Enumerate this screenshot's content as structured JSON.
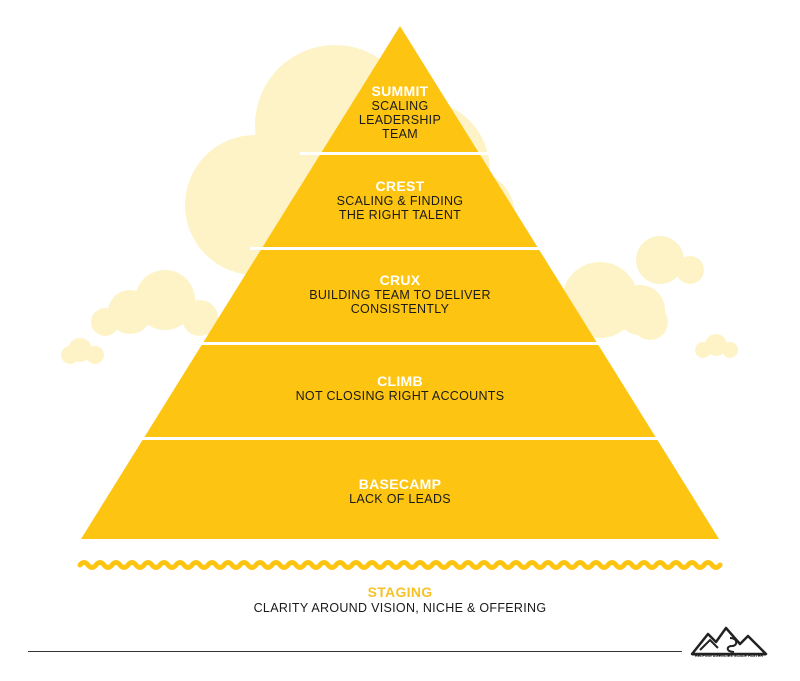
{
  "colors": {
    "pyramid": "#FDC512",
    "cloud": "#FEF3C7",
    "separator": "#ffffff",
    "title": "#ffffff",
    "staging_title": "#F6C228",
    "text": "#1a1a1a",
    "wave": "#FDC512"
  },
  "levels": [
    {
      "title": "SUMMIT",
      "desc": "SCALING\nLEADERSHIP\nTEAM"
    },
    {
      "title": "CREST",
      "desc": "SCALING & FINDING\nTHE RIGHT TALENT"
    },
    {
      "title": "CRUX",
      "desc": "BUILDING TEAM TO DELIVER\nCONSISTENTLY"
    },
    {
      "title": "CLIMB",
      "desc": "NOT CLOSING RIGHT ACCOUNTS"
    },
    {
      "title": "BASECAMP",
      "desc": "LACK OF LEADS"
    }
  ],
  "staging": {
    "title": "STAGING",
    "desc": "CLARITY AROUND VISION, NICHE & OFFERING"
  },
  "logo": {
    "icon": "mountain-logo-icon",
    "tagline": "HELPING AGENCIES SCALE FASTER"
  }
}
